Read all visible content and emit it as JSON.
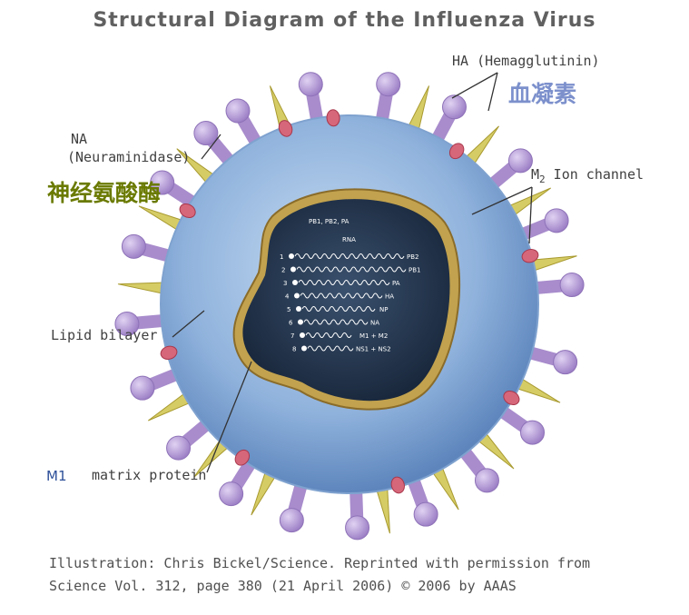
{
  "title": "Structural Diagram of the Influenza Virus",
  "labels": {
    "ha": "HA (Hemagglutinin)",
    "ha_cn": "血凝素",
    "na": "NA",
    "na_full": "(Neuraminidase)",
    "na_cn": "神经氨酸酶",
    "m2_letter": "M",
    "m2_sub": "2",
    "m2_rest": " Ion channel",
    "lipid": "Lipid bilayer",
    "m1_prefix": "M1",
    "m1": "matrix protein"
  },
  "rna": {
    "header": "PB1, PB2, PA",
    "title": "RNA",
    "segments": [
      {
        "num": "1",
        "name": "PB2"
      },
      {
        "num": "2",
        "name": "PB1"
      },
      {
        "num": "3",
        "name": "PA"
      },
      {
        "num": "4",
        "name": "HA"
      },
      {
        "num": "5",
        "name": "NP"
      },
      {
        "num": "6",
        "name": "NA"
      },
      {
        "num": "7",
        "name": "M1 + M2"
      },
      {
        "num": "8",
        "name": "NS1 + NS2"
      }
    ]
  },
  "credit": {
    "line1": "Illustration: Chris Bickel/Science. Reprinted with permission from",
    "line2": "Science Vol. 312, page 380 (21 April 2006) © 2006 by AAAS"
  },
  "colors": {
    "envelope": "#8fb2dc",
    "core": "#22334a",
    "matrix_ring": "#c2a24e",
    "ha_spike": "#b49ad4",
    "na_spike": "#d6cc66",
    "m2_channel": "#d6667a"
  }
}
